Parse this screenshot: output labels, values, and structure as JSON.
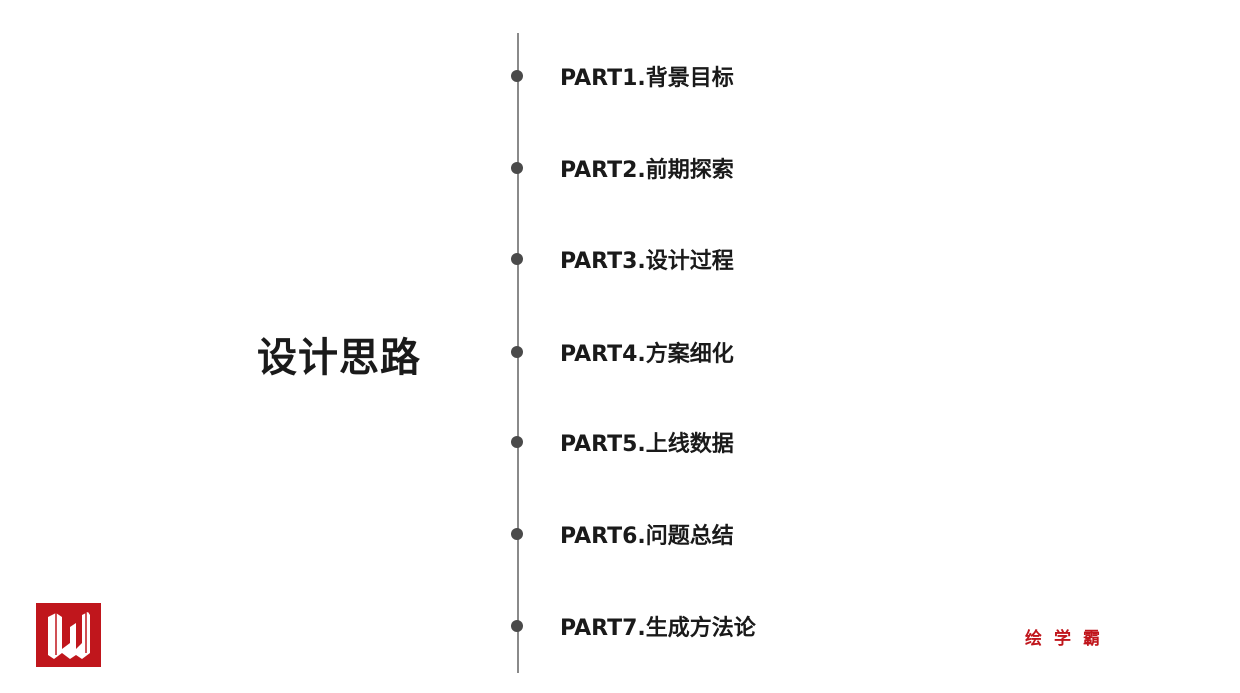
{
  "title": "设计思路",
  "items": [
    {
      "label": "PART1.背景目标"
    },
    {
      "label": "PART2.前期探索"
    },
    {
      "label": "PART3.设计过程"
    },
    {
      "label": "PART4.方案细化"
    },
    {
      "label": "PART5.上线数据"
    },
    {
      "label": "PART6.问题总结"
    },
    {
      "label": "PART7.生成方法论"
    }
  ],
  "logo": {
    "letter": "W"
  },
  "watermark": "绘学霸",
  "colors": {
    "accent": "#c0161c",
    "text": "#1a1a1a",
    "line": "#8a8a8a"
  }
}
